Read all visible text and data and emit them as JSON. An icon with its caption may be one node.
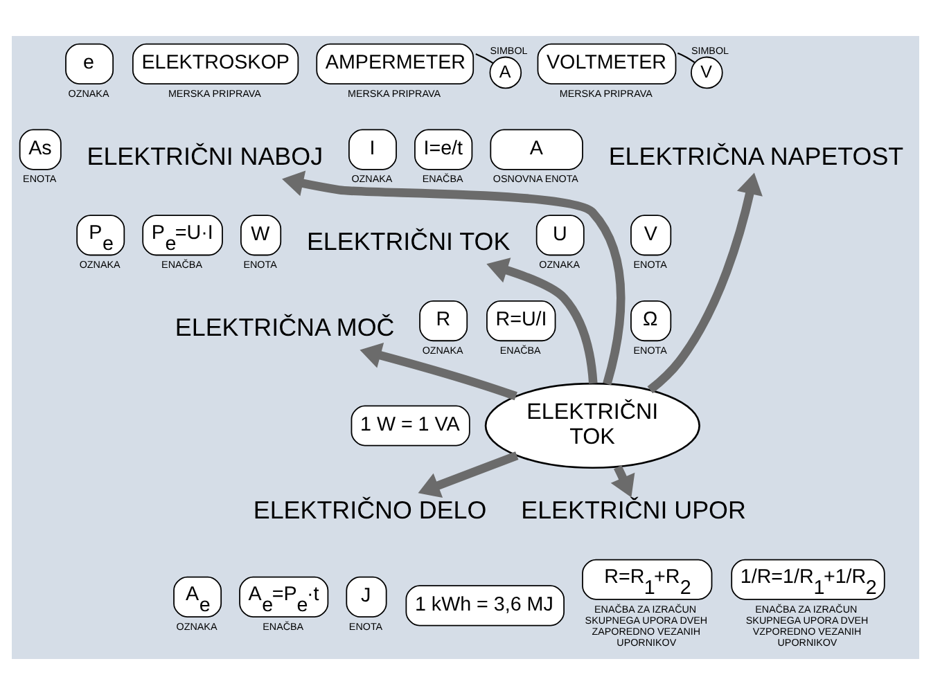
{
  "diagram": {
    "nodes": [
      {
        "text": [
          "ELEKTRIČNI TOK"
        ]
      },
      {
        "text": [
          "e"
        ],
        "beside": [
          "OZNAKA"
        ]
      },
      {
        "text": [
          "ELEKTROSKOP"
        ],
        "beside": [
          "MERSKA PRIPRAVA"
        ]
      },
      {
        "text": [
          "As"
        ],
        "beside": [
          "ENOTA"
        ]
      },
      {
        "text": [
          "ELEKTRIČNI NABOJ"
        ]
      },
      {
        "text": [
          "AMPERMETER"
        ],
        "beside": [
          "MERSKA PRIPRAVA"
        ]
      },
      {
        "text": [
          "A"
        ],
        "beside": [
          "SIMBOL"
        ]
      },
      {
        "text": [
          "I"
        ],
        "beside": [
          "OZNAKA"
        ]
      },
      {
        "text": [
          "I=e/t"
        ],
        "beside": [
          "ENAČBA"
        ]
      },
      {
        "text": [
          "A"
        ],
        "beside": [
          "OSNOVNA ENOTA"
        ]
      },
      {
        "text": [
          "ELEKTRIČNI TOK"
        ]
      },
      {
        "text": [
          "VOLTMETER"
        ],
        "beside": [
          "MERSKA PRIPRAVA"
        ]
      },
      {
        "text": [
          "V"
        ],
        "beside": [
          "SIMBOL"
        ]
      },
      {
        "text": [
          "ELEKTRIČNA NAPETOST"
        ]
      },
      {
        "text": [
          "U"
        ],
        "beside": [
          "OZNAKA"
        ]
      },
      {
        "text": [
          "V"
        ],
        "beside": [
          "ENOTA"
        ]
      },
      {
        "text": [
          "P$_{e}$"
        ],
        "beside": [
          "OZNAKA"
        ]
      },
      {
        "text": [
          "P$_{e}$=U·I"
        ],
        "beside": [
          "ENAČBA"
        ]
      },
      {
        "text": [
          "W"
        ],
        "beside": [
          "ENOTA"
        ]
      },
      {
        "text": [
          "ELEKTRIČNA MOČ"
        ]
      },
      {
        "text": [
          "1 W = 1 VA"
        ]
      },
      {
        "text": [
          "R"
        ],
        "beside": [
          "OZNAKA"
        ]
      },
      {
        "text": [
          "R=U/I"
        ],
        "beside": [
          "ENAČBA"
        ]
      },
      {
        "text": [
          "Ω"
        ],
        "beside": [
          "ENOTA"
        ]
      },
      {
        "text": [
          "ELEKTRIČNI UPOR"
        ]
      },
      {
        "text": [
          "R=R$_{1}$+R$_{2}$"
        ],
        "beside": [
          "ENAČBA ZA IZRAČUN SKUPNEGA UPORA DVEH ZAPOREDNO VEZANIH UPORNIKOV"
        ]
      },
      {
        "text": [
          "1/R=1/R$_{1}$+1/R$_{2}$"
        ],
        "beside": [
          "ENAČBA ZA IZRAČUN SKUPNEGA UPORA DVEH VZPOREDNO VEZANIH UPORNIKOV"
        ]
      },
      {
        "text": [
          "ELEKTRIČNO DELO"
        ]
      },
      {
        "text": [
          "A$_{e}$"
        ],
        "beside": [
          "OZNAKA"
        ]
      },
      {
        "text": [
          "A$_{e}$=P$_{e}$·t"
        ],
        "beside": [
          "ENAČBA"
        ]
      },
      {
        "text": [
          "J"
        ],
        "beside": [
          "ENOTA"
        ]
      },
      {
        "text": [
          "1 kWh = 3,6 MJ"
        ]
      }
    ],
    "edges": [
      {
        "from": 0,
        "to": 4,
        "arrow": "to"
      },
      {
        "from": 0,
        "to": 10,
        "arrow": "to"
      },
      {
        "from": 0,
        "to": 13,
        "arrow": "to"
      },
      {
        "from": 0,
        "to": 19,
        "arrow": "to"
      },
      {
        "from": 0,
        "to": 27,
        "arrow": "to"
      },
      {
        "from": 0,
        "to": 24,
        "arrow": "to"
      },
      {
        "from": 5,
        "to": 6,
        "arrow": "none",
        "color": "#000000"
      },
      {
        "from": 11,
        "to": 12,
        "arrow": "none",
        "color": "#000000"
      }
    ]
  }
}
